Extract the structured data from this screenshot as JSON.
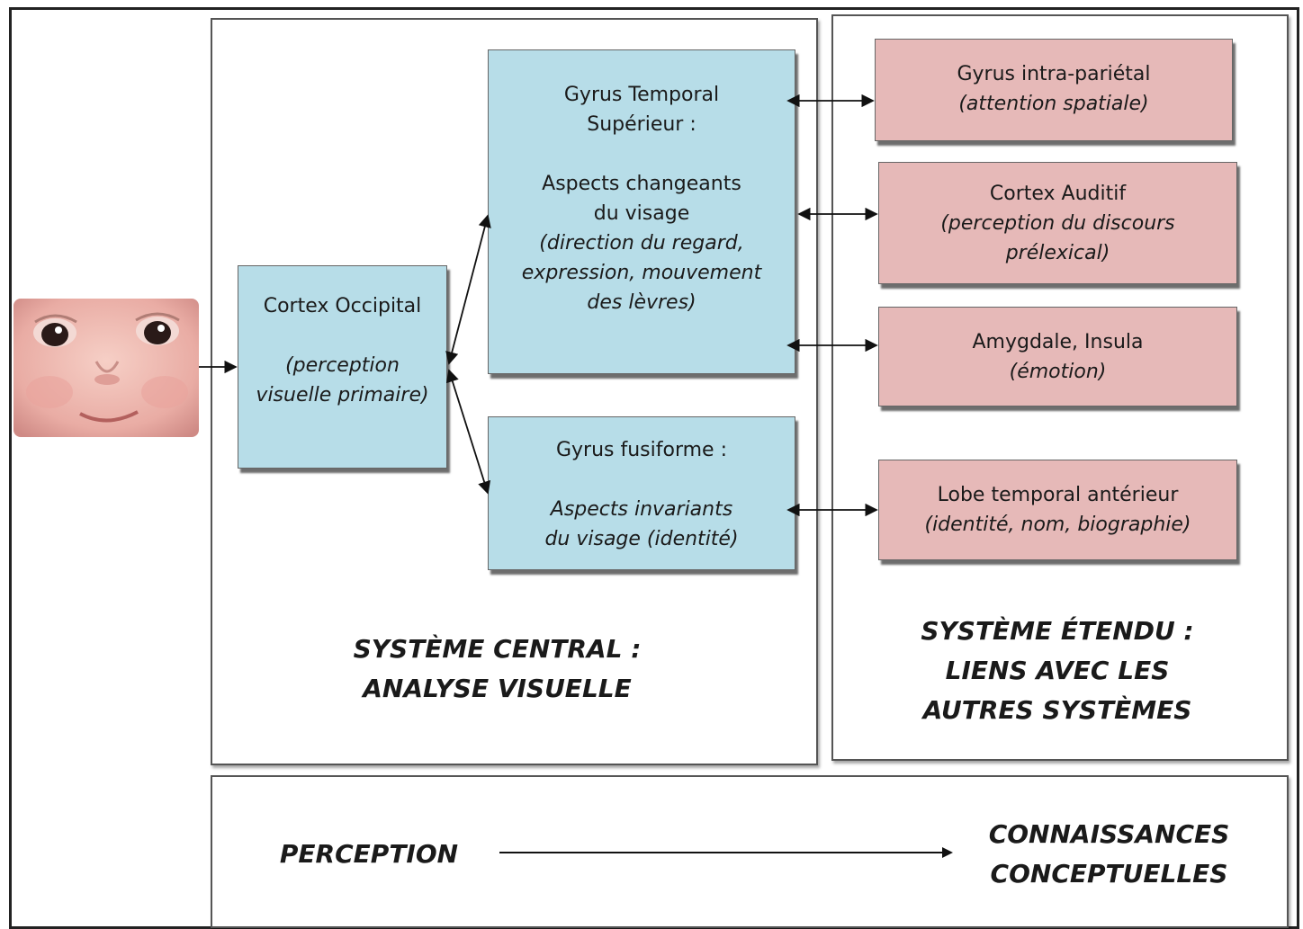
{
  "colors": {
    "central_box": "#b7dde8",
    "extended_box": "#e6b9b8",
    "border": "#222222"
  },
  "icons": {
    "face": "baby-face-photo"
  },
  "central": {
    "occipital": {
      "title": "Cortex Occipital",
      "desc_line1": "(perception",
      "desc_line2": "visuelle primaire)"
    },
    "stg": {
      "title_line1": "Gyrus Temporal",
      "title_line2": "Supérieur :",
      "desc_line1": "Aspects changeants",
      "desc_line2": "du visage",
      "detail_line1": "(direction du regard,",
      "detail_line2": "expression, mouvement",
      "detail_line3": "des lèvres)"
    },
    "fusiform": {
      "title": "Gyrus fusiforme :",
      "desc_line1": "Aspects invariants",
      "desc_line2": "du visage (identité)"
    },
    "label_line1": "SYSTÈME CENTRAL :",
    "label_line2": "ANALYSE VISUELLE"
  },
  "extended": {
    "intraparietal": {
      "title": "Gyrus intra-pariétal",
      "desc": "(attention spatiale)"
    },
    "auditory": {
      "title": "Cortex Auditif",
      "desc_line1": "(perception du discours",
      "desc_line2": "prélexical)"
    },
    "amygdala": {
      "title": "Amygdale, Insula",
      "desc": "(émotion)"
    },
    "anterior_temporal": {
      "title": "Lobe temporal antérieur",
      "desc": "(identité, nom, biographie)"
    },
    "label_line1": "SYSTÈME ÉTENDU :",
    "label_line2": "LIENS AVEC LES",
    "label_line3": "AUTRES SYSTÈMES"
  },
  "bottom": {
    "left": "PERCEPTION",
    "right_line1": "CONNAISSANCES",
    "right_line2": "CONCEPTUELLES"
  }
}
